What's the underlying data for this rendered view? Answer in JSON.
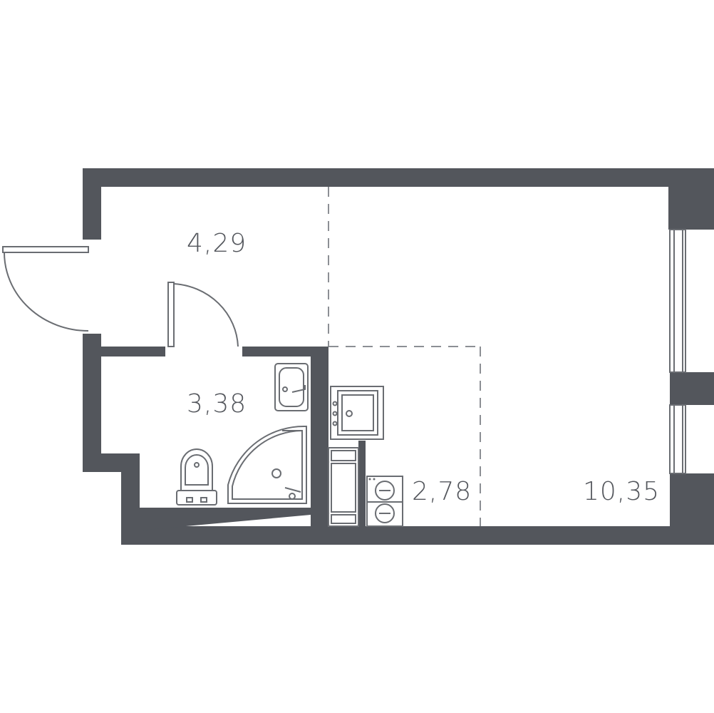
{
  "floorplan": {
    "rooms": [
      {
        "id": "hall",
        "area": "4,29"
      },
      {
        "id": "bathroom",
        "area": "3,38"
      },
      {
        "id": "kitchen",
        "area": "2,78"
      },
      {
        "id": "living",
        "area": "10,35"
      }
    ]
  },
  "colors": {
    "wall": "#53565c",
    "line": "#6a6d72",
    "dash": "#8c8f94",
    "text": "#53565c",
    "background": "#ffffff"
  },
  "icons": [
    "entrance-door-icon",
    "bathroom-door-icon",
    "window-icon",
    "washbasin-icon",
    "toilet-icon",
    "shower-icon",
    "kitchen-sink-icon",
    "stove-icon",
    "washing-machine-icon"
  ]
}
